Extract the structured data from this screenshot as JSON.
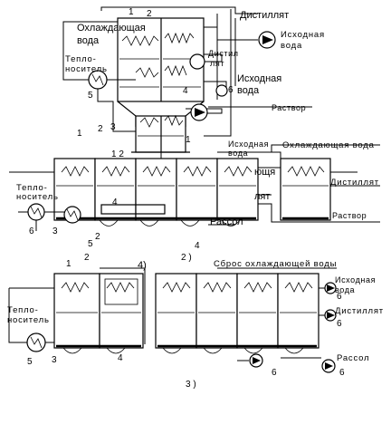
{
  "labels": {
    "distillate": "Дистиллят",
    "feed_water": "Исходная вода",
    "cooling_water": "Охлаждающая вода",
    "heat_carrier": "Тепло-носитель",
    "distil": "Дистил",
    "lyat": "лят",
    "solution": "Раствор",
    "brine": "Рассол",
    "cooling_discharge": "Сброс охлаждающей воды",
    "ishod_1": "Исходная",
    "voda": "вода",
    "ohlazhd_1": "Охлаждающая",
    "teplo_1": "Тепло-",
    "nositel_1": "носитель",
    "ishod_2": "Исходная",
    "voda_2": "вода",
    "ishod_3": "Исходная",
    "voda_3": "вода",
    "distillyat_3": "Дистиллят",
    "ishod_4": "Исходная",
    "voda_4": "вода",
    "rassol_4": "Рассол",
    "distillyat_4": "Дистиллят",
    "fig2": "2 )",
    "fig3": "3 )",
    "fig4": "4)",
    "teplo_2": "Тепло-",
    "nositel_2": "носитель",
    "teplo_3": "Тепло-",
    "nositel_3": "носитель",
    "yushch": "ющя",
    "lyat_2": "лят",
    "rastvor_2": "Раствор"
  },
  "numbers": {
    "n1": "1",
    "n2": "2",
    "n3": "3",
    "n4": "4",
    "n5": "5",
    "n6": "6",
    "n1b": "1",
    "n2b": "2",
    "n3b": "3",
    "n4b": "4",
    "n5b": "5",
    "n6b": "6",
    "n1c": "1",
    "n2c": "2",
    "n12": "1 2",
    "n1d": "1",
    "n2d": "2",
    "n3d": "3",
    "n4d": "4",
    "n5d": "5",
    "n6d": "6",
    "n6e": "6",
    "n6f": "6",
    "n6g": "6",
    "n6h": "6",
    "n4e": "4",
    "n4f": "4",
    "n3e": "3",
    "n3f": "3",
    "n5e": "5",
    "n1e": "1",
    "n2e": "2"
  }
}
